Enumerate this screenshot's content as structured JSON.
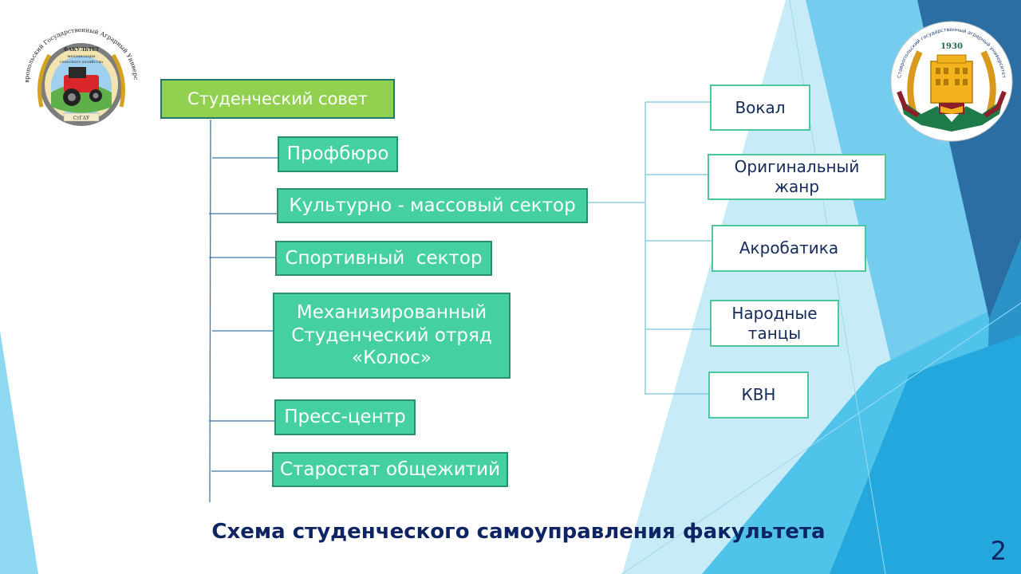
{
  "slide": {
    "title": "Схема студенческого самоуправления факультета",
    "page_number": "2"
  },
  "colors": {
    "root_fill": "#92d050",
    "sector_fill": "#44d0a0",
    "sub_border": "#4cc79b",
    "text_dark": "#0f2462",
    "bg_light_blue": "#8fd8f2",
    "bg_mid_blue": "#2aa7da",
    "bg_dark_blue": "#2b6ea3"
  },
  "logos": {
    "left": {
      "ring_text": "Ставропольский Государственный Аграрный Университет",
      "ribbon_top": "ФАКУЛЬТЕТ",
      "ribbon_line2": "механизации",
      "ribbon_line3": "сельского хозяйства",
      "bottom": "СтГАУ",
      "icon": "tractor-emblem"
    },
    "right": {
      "ring_text": "Ставропольский государственный аграрный университет",
      "year": "1930",
      "icon": "university-building-emblem"
    }
  },
  "diagram": {
    "root": {
      "label": "Студенческий совет"
    },
    "sectors": [
      {
        "label": "Профбюро"
      },
      {
        "label": "Культурно - массовый сектор"
      },
      {
        "label": "Спортивный  сектор"
      },
      {
        "label": "Механизированный Студенческий отряд «Колос»"
      },
      {
        "label": "Пресс-центр"
      },
      {
        "label": "Старостат общежитий"
      }
    ],
    "cultural_subgroups": [
      {
        "label": "Вокал"
      },
      {
        "label": "Оригинальный жанр"
      },
      {
        "label": "Акробатика"
      },
      {
        "label": "Народные танцы"
      },
      {
        "label": "КВН"
      }
    ]
  }
}
